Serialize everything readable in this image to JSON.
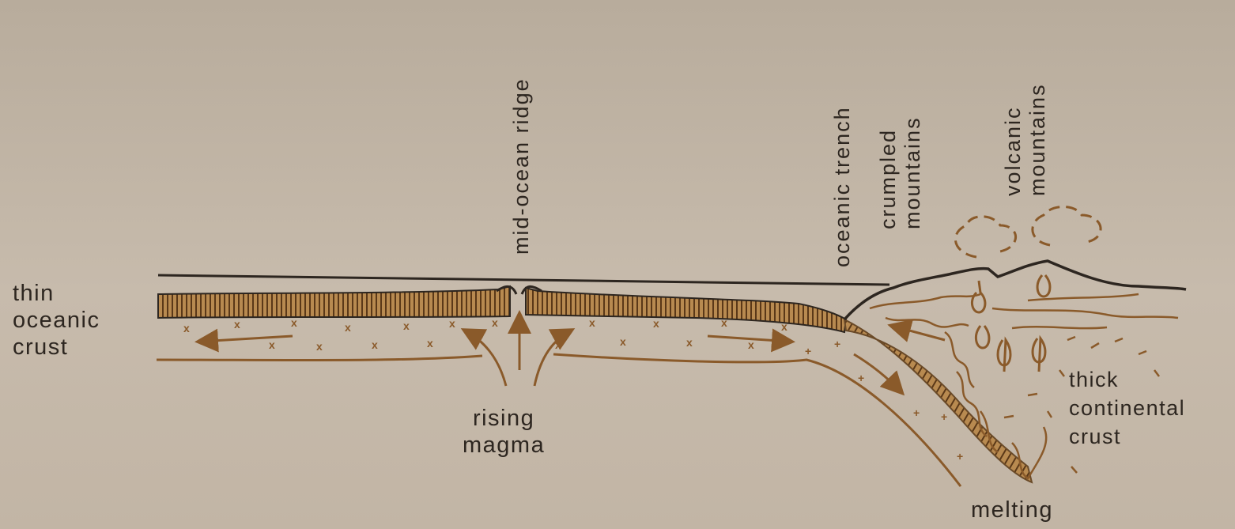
{
  "labels": {
    "thin_oceanic_crust": [
      "thin",
      "oceanic",
      "crust"
    ],
    "mid_ocean_ridge": "mid-ocean ridge",
    "oceanic_trench": "oceanic trench",
    "crumpled_mountains": [
      "crumpled",
      "mountains"
    ],
    "volcanic_mountains": [
      "volcanic",
      "mountains"
    ],
    "rising_magma": [
      "rising",
      "magma"
    ],
    "thick_continental_crust": [
      "thick",
      "continental",
      "crust"
    ],
    "melting": "melting"
  },
  "colors": {
    "background": "#c2b5a5",
    "ink": "#2d2620",
    "brown": "#8a5a2a",
    "crust_fill": "#a77840"
  }
}
